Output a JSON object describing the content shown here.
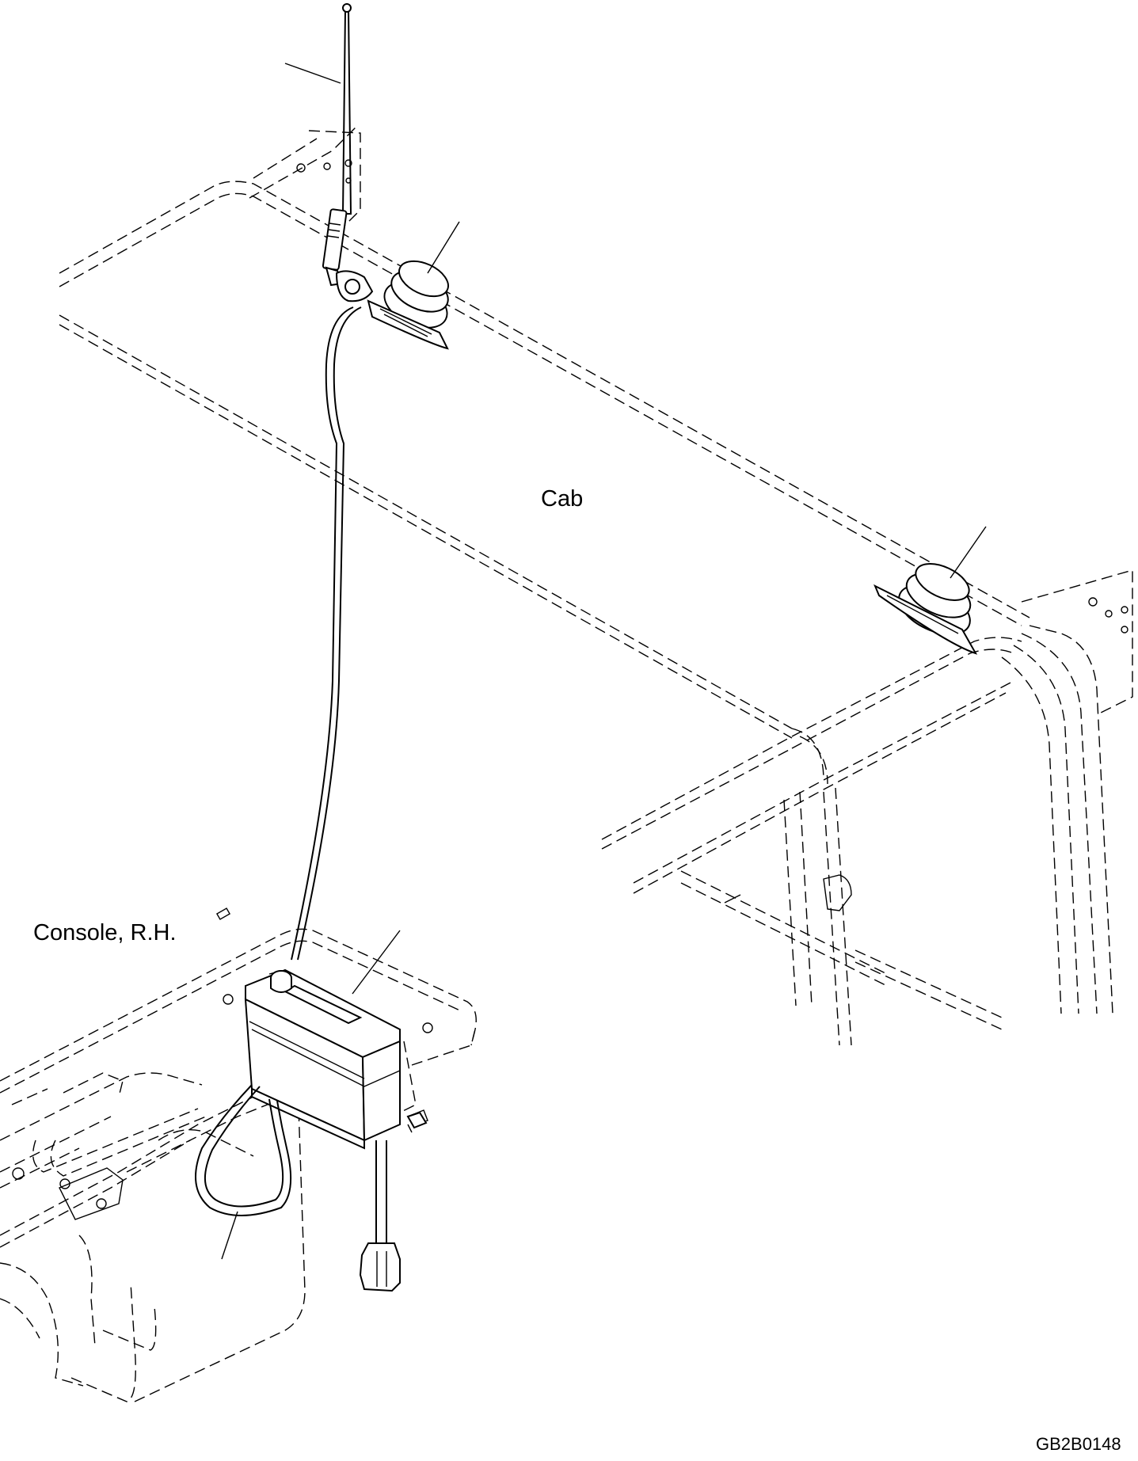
{
  "labels": {
    "cab": "Cab",
    "console": "Console, R.H.",
    "drawing_code": "GB2B0148"
  }
}
